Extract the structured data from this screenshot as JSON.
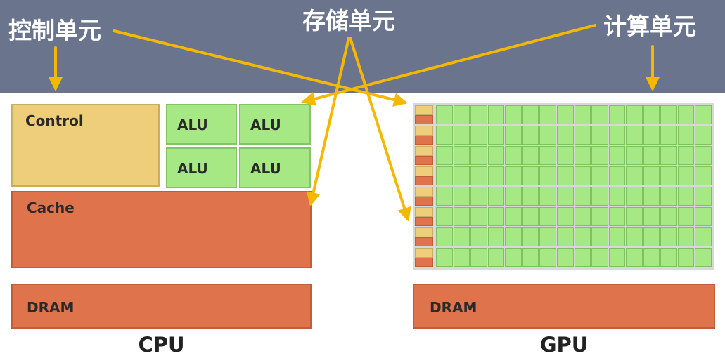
{
  "callouts": {
    "control_unit": "控制单元",
    "storage_unit": "存储单元",
    "compute_unit": "计算单元"
  },
  "cpu": {
    "title": "CPU",
    "control_label": "Control",
    "alu_labels": [
      "ALU",
      "ALU",
      "ALU",
      "ALU"
    ],
    "cache_label": "Cache",
    "dram_label": "DRAM"
  },
  "gpu": {
    "title": "GPU",
    "dram_label": "DRAM",
    "grid_rows": 8,
    "grid_cols": 16
  },
  "colors": {
    "banner": "#6a748c",
    "arrow": "#f5b800",
    "control": "#efce7b",
    "alu": "#a6e884",
    "cache": "#df744c"
  }
}
